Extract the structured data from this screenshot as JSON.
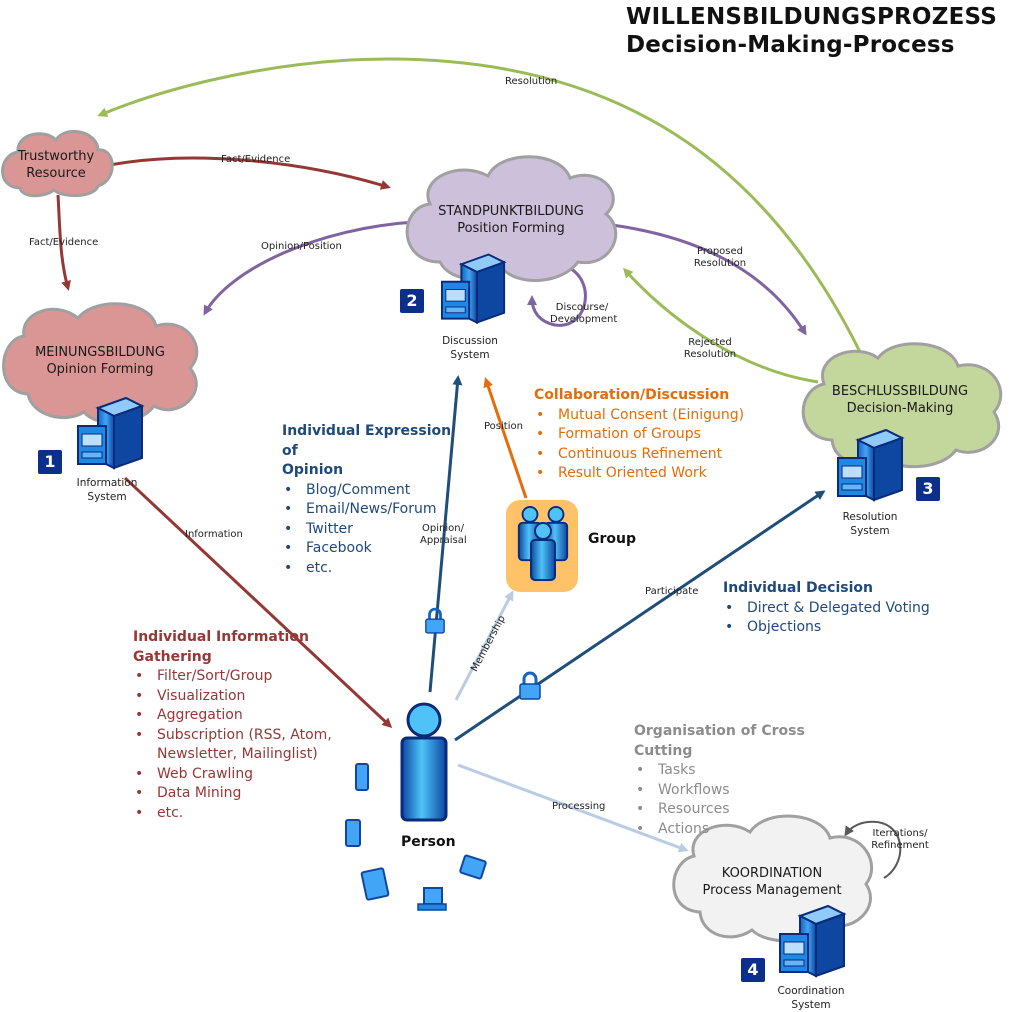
{
  "title": {
    "line1": "WILLENSBILDUNGSPROZESS",
    "line2": "Decision-Making-Process"
  },
  "clouds": {
    "trustworthy": {
      "line1": "Trustworthy",
      "line2": "Resource"
    },
    "standpunkt": {
      "line1": "STANDPUNKTBILDUNG",
      "line2": "Position Forming"
    },
    "meinung": {
      "line1": "MEINUNGSBILDUNG",
      "line2": "Opinion Forming"
    },
    "beschluss": {
      "line1": "BESCHLUSSBILDUNG",
      "line2": "Decision-Making"
    },
    "koordination": {
      "line1": "KOORDINATION",
      "line2": "Process Management"
    }
  },
  "systems": {
    "information": {
      "badge": "1",
      "line1": "Information",
      "line2": "System"
    },
    "discussion": {
      "badge": "2",
      "line1": "Discussion",
      "line2": "System"
    },
    "resolution": {
      "badge": "3",
      "line1": "Resolution",
      "line2": "System"
    },
    "coordination": {
      "badge": "4",
      "line1": "Coordination",
      "line2": "System"
    }
  },
  "edge_labels": {
    "resolution": "Resolution",
    "fact_evidence_top": "Fact/Evidence",
    "fact_evidence_left": "Fact/Evidence",
    "opinion_position": "Opinion/Position",
    "proposed_1": "Proposed",
    "proposed_2": "Resolution",
    "rejected_1": "Rejected",
    "rejected_2": "Resolution",
    "discourse_1": "Discourse/",
    "discourse_2": "Development",
    "position": "Position",
    "information": "Information",
    "opinion_1": "Opinion/",
    "opinion_2": "Appraisal",
    "membership": "Membership",
    "participate": "Participate",
    "processing": "Processing",
    "iterations_1": "Iterrations/",
    "iterations_2": "Refinement"
  },
  "actors": {
    "group": "Group",
    "person": "Person"
  },
  "blocks": {
    "expression": {
      "title_1": "Individual Expression of",
      "title_2": "Opinion",
      "items": [
        "Blog/Comment",
        "Email/News/Forum",
        "Twitter",
        "Facebook",
        "etc."
      ]
    },
    "collaboration": {
      "title": "Collaboration/Discussion",
      "items": [
        "Mutual Consent (Einigung)",
        "Formation of Groups",
        "Continuous Refinement",
        "Result Oriented Work"
      ]
    },
    "decision": {
      "title": "Individual Decision",
      "items": [
        "Direct & Delegated Voting",
        "Objections"
      ]
    },
    "gathering": {
      "title_1": "Individual Information",
      "title_2": "Gathering",
      "items": [
        "Filter/Sort/Group",
        "Visualization",
        "Aggregation",
        "Subscription (RSS, Atom,",
        "Newsletter, Mailinglist)",
        "Web Crawling",
        "Data Mining",
        "etc."
      ]
    },
    "crosscutting": {
      "title": "Organisation of Cross Cutting",
      "items": [
        "Tasks",
        "Workflows",
        "Resources",
        "Actions"
      ]
    }
  },
  "colors": {
    "red_arrow": "#953735",
    "green_arrow": "#9bbb59",
    "purple_arrow": "#8064a2",
    "navy_arrow": "#1f4e79",
    "light_arrow": "#b8cce4",
    "orange_arrow": "#e46c0a",
    "cloud_red": "#d99694",
    "cloud_purple": "#ccc0da",
    "cloud_green": "#c3d69b",
    "cloud_gray": "#f2f2f2",
    "badge": "#0b2f8a"
  }
}
